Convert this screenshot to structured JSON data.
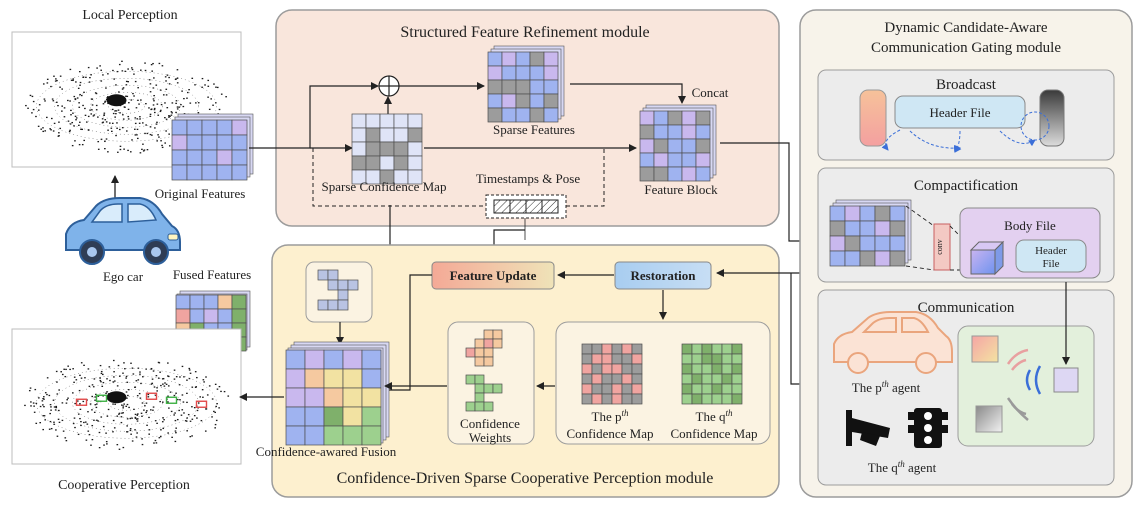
{
  "left": {
    "local_perception": "Local Perception",
    "original_features": "Original Features",
    "ego_car": "Ego car",
    "fused_features": "Fused Features",
    "cooperative_perception": "Cooperative Perception"
  },
  "sfr": {
    "title": "Structured Feature Refinement module",
    "sparse_features": "Sparse Features",
    "concat": "Concat",
    "sparse_confidence_map": "Sparse Confidence Map",
    "timestamps_pose": "Timestamps & Pose",
    "feature_block": "Feature Block"
  },
  "cdsc": {
    "title": "Confidence-Driven Sparse Cooperative Perception module",
    "feature_update": "Feature Update",
    "restoration": "Restoration",
    "confidence_weights_1": "Confidence",
    "confidence_weights_2": "Weights",
    "p_conf_1": "The p",
    "p_conf_sup": "th",
    "p_conf_2": "Confidence Map",
    "q_conf_1": "The q",
    "q_conf_sup": "th",
    "q_conf_2": "Confidence Map",
    "fusion": "Confidence-awared Fusion"
  },
  "dcacg": {
    "title_1": "Dynamic Candidate-Aware",
    "title_2": "Communication Gating module",
    "broadcast": "Broadcast",
    "header_file": "Header File",
    "compactification": "Compactification",
    "conv": "conv",
    "body_file": "Body File",
    "header_file_inner_1": "Header",
    "header_file_inner_2": "File",
    "communication": "Communication",
    "p_agent_1": "The p",
    "p_agent_sup": "th",
    "p_agent_2": " agent",
    "q_agent_1": "The q",
    "q_agent_sup": "th",
    "q_agent_2": " agent"
  },
  "colors": {
    "sfr_panel": "#f9e6dc",
    "cdsc_panel": "#fdf0cf",
    "dcacg_panel": "#f7f3ea",
    "sub_panel": "#ececec",
    "grid_blue": "#9fb3f0",
    "grid_purple": "#c9b8ee",
    "grid_gray": "#9c9c9c",
    "restoration_btn": "#9cc4ec",
    "feature_update_btn": "#f3b7a2"
  }
}
